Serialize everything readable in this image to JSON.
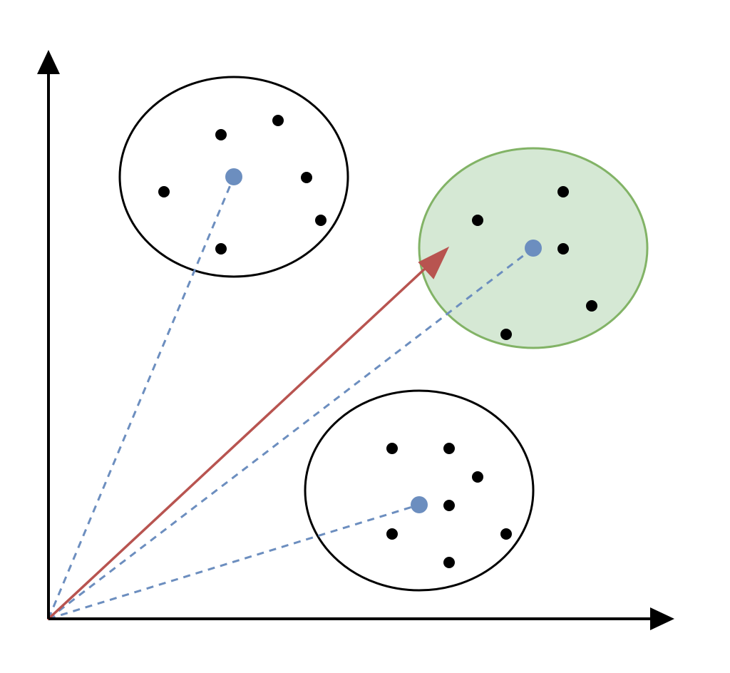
{
  "colors": {
    "background": "#ffffff",
    "axis": "#000000",
    "point": "#000000",
    "centroid": "#6c8ebf",
    "dashed_line": "#6c8ebf",
    "query_arrow": "#b85450",
    "cluster_outline": "#000000",
    "selected_cluster_fill": "#d5e8d4",
    "selected_cluster_outline": "#82b366"
  },
  "diagram": {
    "description_type": "nearest-centroid vector illustration",
    "clusters": [
      {
        "name": "top-left-cluster",
        "selected": false,
        "point_count": 6
      },
      {
        "name": "top-right-cluster",
        "selected": true,
        "point_count": 5
      },
      {
        "name": "bottom-cluster",
        "selected": false,
        "point_count": 7
      }
    ],
    "icons": {
      "x_axis": "arrow-right-icon",
      "y_axis": "arrow-up-icon",
      "query": "arrow-icon"
    }
  }
}
